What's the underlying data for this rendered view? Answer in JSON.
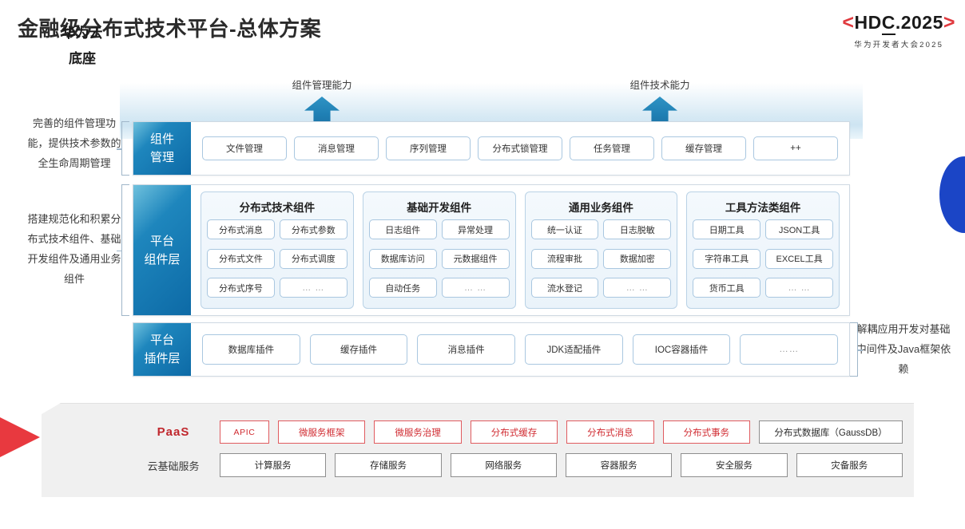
{
  "header": {
    "title": "金融级分布式技术平台-总体方案",
    "logo": {
      "bracket_left": "<",
      "bracket_right": ">",
      "text_before": "HD",
      "text_underlined": "C",
      "text_after": ".2025",
      "subtitle": "华为开发者大会2025",
      "bracket_color": "#e0393e"
    }
  },
  "arrows": [
    {
      "label": "组件管理能力"
    },
    {
      "label": "组件技术能力"
    }
  ],
  "annotations": {
    "left": [
      "完善的组件管理功能，提供技术参数的全生命周期管理",
      "搭建规范化和积累分布式技术组件、基础开发组件及通用业务组件"
    ],
    "right": [
      "解耦应用开发对基础中间件及Java框架依赖"
    ]
  },
  "layers": {
    "management": {
      "tag_line1": "组件",
      "tag_line2": "管理",
      "chips": [
        "文件管理",
        "消息管理",
        "序列管理",
        "分布式锁管理",
        "任务管理",
        "缓存管理",
        "++"
      ]
    },
    "component": {
      "tag_line1": "平台",
      "tag_line2": "组件层",
      "groups": [
        {
          "title": "分布式技术组件",
          "items": [
            "分布式消息",
            "分布式参数",
            "分布式文件",
            "分布式调度",
            "分布式序号",
            "… …"
          ]
        },
        {
          "title": "基础开发组件",
          "items": [
            "日志组件",
            "异常处理",
            "数据库访问",
            "元数据组件",
            "自动任务",
            "… …"
          ]
        },
        {
          "title": "通用业务组件",
          "items": [
            "统一认证",
            "日志脱敏",
            "流程审批",
            "数据加密",
            "流水登记",
            "… …"
          ]
        },
        {
          "title": "工具方法类组件",
          "items": [
            "日期工具",
            "JSON工具",
            "字符串工具",
            "EXCEL工具",
            "货币工具",
            "… …"
          ]
        }
      ]
    },
    "plugin": {
      "tag_line1": "平台",
      "tag_line2": "插件层",
      "chips": [
        "数据库插件",
        "缓存插件",
        "消息插件",
        "JDK适配插件",
        "IOC容器插件",
        "……"
      ]
    }
  },
  "cloud_base": {
    "title_line1": "华为云",
    "title_line2": "底座",
    "paas": {
      "label": "PaaS",
      "items": [
        {
          "text": "APIC",
          "style": "red"
        },
        {
          "text": "微服务框架",
          "style": "red"
        },
        {
          "text": "微服务治理",
          "style": "red"
        },
        {
          "text": "分布式缓存",
          "style": "red"
        },
        {
          "text": "分布式消息",
          "style": "red"
        },
        {
          "text": "分布式事务",
          "style": "red"
        },
        {
          "text": "分布式数据库（GaussDB）",
          "style": "gray"
        }
      ]
    },
    "iaas": {
      "label": "云基础服务",
      "items": [
        "计算服务",
        "存储服务",
        "网络服务",
        "容器服务",
        "安全服务",
        "灾备服务"
      ]
    }
  },
  "colors": {
    "brand_red": "#d02b31",
    "layer_blue_dark": "#0d6aa6",
    "layer_blue_light": "#6fc1dd",
    "accent_blue": "#1b45c6"
  }
}
